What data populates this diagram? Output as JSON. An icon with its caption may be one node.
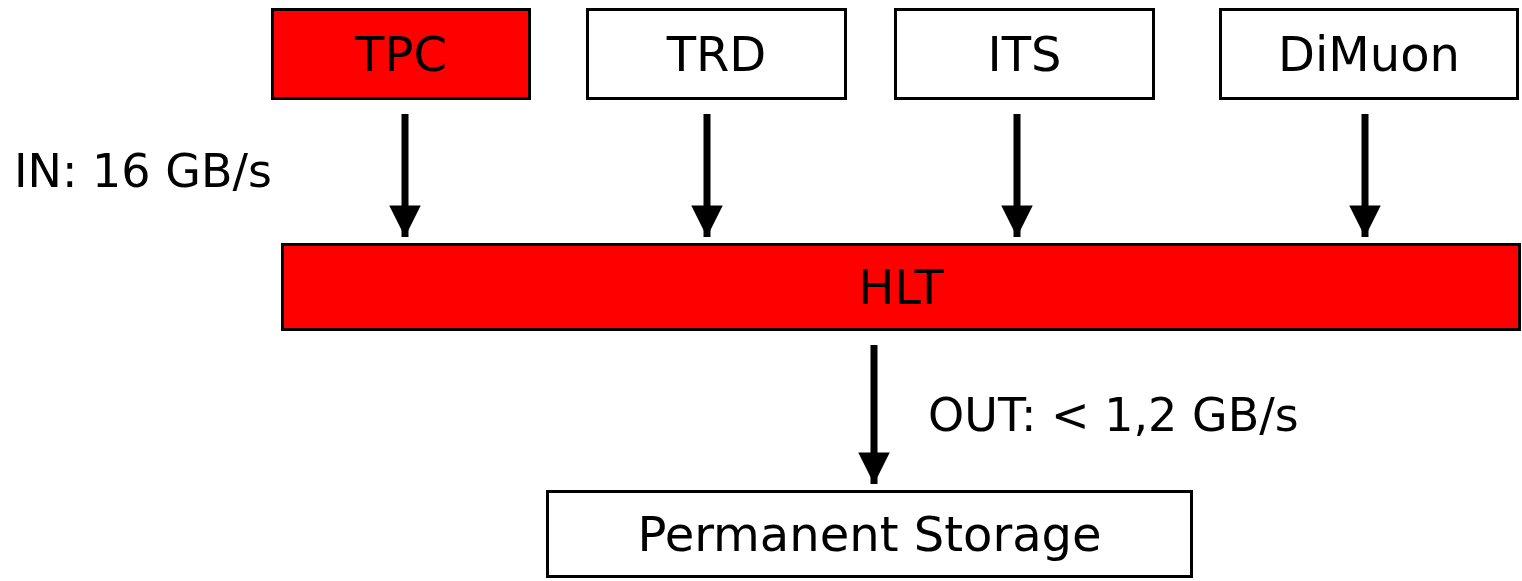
{
  "diagram": {
    "nodes": [
      {
        "text": [
          "TPC"
        ]
      },
      {
        "text": [
          "TRD"
        ]
      },
      {
        "text": [
          "ITS"
        ]
      },
      {
        "text": [
          "DiMuon"
        ]
      },
      {
        "text": [
          "HLT"
        ]
      },
      {
        "text": [
          "Permanent Storage"
        ]
      }
    ],
    "edges": [
      {
        "from": 0,
        "to": 4,
        "arrow": "to",
        "label": "IN: 16 GB/s"
      },
      {
        "from": 1,
        "to": 4,
        "arrow": "to"
      },
      {
        "from": 2,
        "to": 4,
        "arrow": "to"
      },
      {
        "from": 3,
        "to": 4,
        "arrow": "to"
      },
      {
        "from": 4,
        "to": 5,
        "arrow": "to",
        "label": "OUT: < 1,2 GB/s"
      }
    ]
  }
}
